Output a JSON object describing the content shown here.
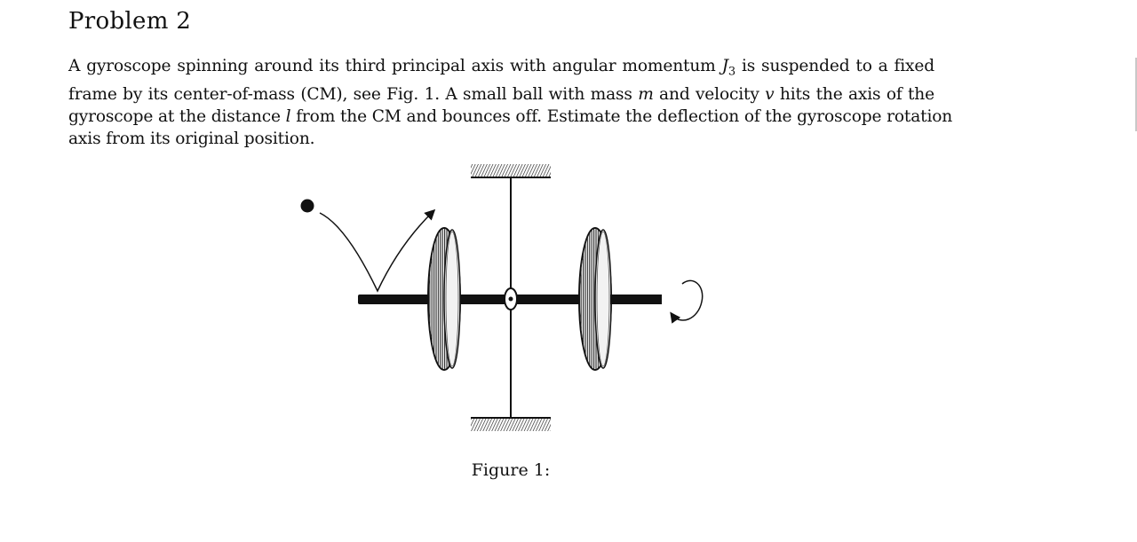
{
  "problem": {
    "heading": "Problem 2",
    "line1": {
      "a": "A gyroscope spinning around its third principal axis with angular momentum ",
      "sym_J": "J",
      "sym_J_sub": "3",
      "b": " is suspended to a fixed"
    },
    "line2": {
      "a": "frame by its center-of-mass (CM), see Fig. 1. A small ball with mass ",
      "sym_m": "m",
      "b": " and velocity ",
      "sym_v": "v",
      "c": " hits the axis of the"
    },
    "line3": {
      "a": "gyroscope at the distance ",
      "sym_l": "l",
      "b": " from the CM and bounces off. Estimate the deflection of the gyroscope rotation"
    },
    "line4": "axis from its original position."
  },
  "figure": {
    "caption": "Figure 1:",
    "elements": [
      "ball-icon",
      "ball-trajectory-arrow-icon",
      "upper-ceiling-hatch-icon",
      "lower-floor-hatch-icon",
      "vertical-suspension-rod",
      "horizontal-gyroscope-axle",
      "left-flywheel-disk",
      "right-flywheel-disk",
      "center-pivot-joint",
      "rotation-arrow-icon"
    ]
  }
}
